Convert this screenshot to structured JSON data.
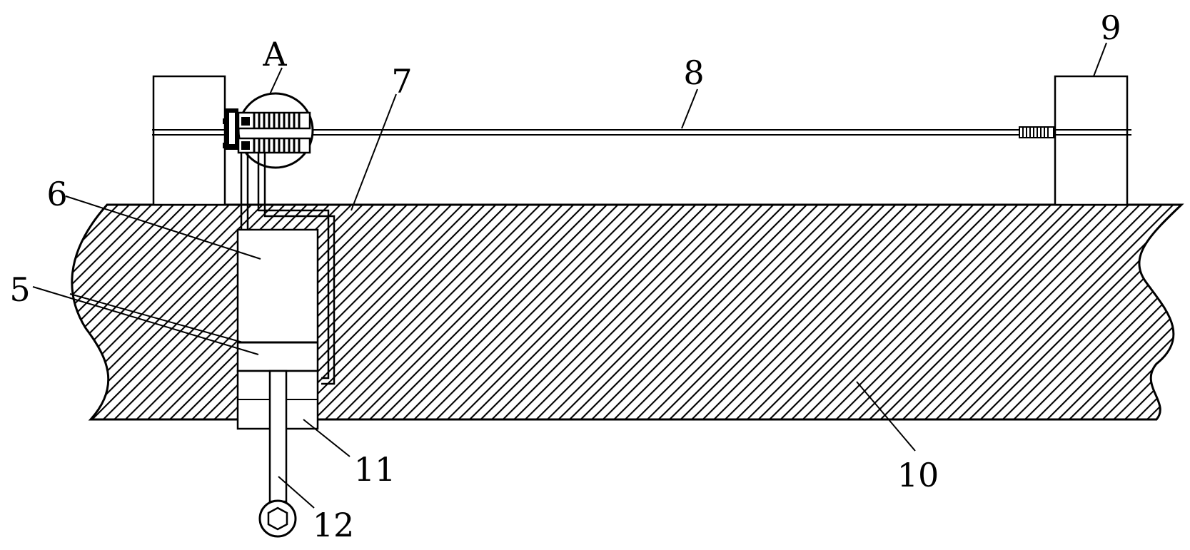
{
  "diagram": {
    "labels": {
      "A": "A",
      "n5": "5",
      "n6": "6",
      "n7": "7",
      "n8": "8",
      "n9": "9",
      "n10": "10",
      "n11": "11",
      "n12": "12"
    },
    "colors": {
      "line": "#000000",
      "background": "#ffffff",
      "hatch": "#000000"
    }
  }
}
